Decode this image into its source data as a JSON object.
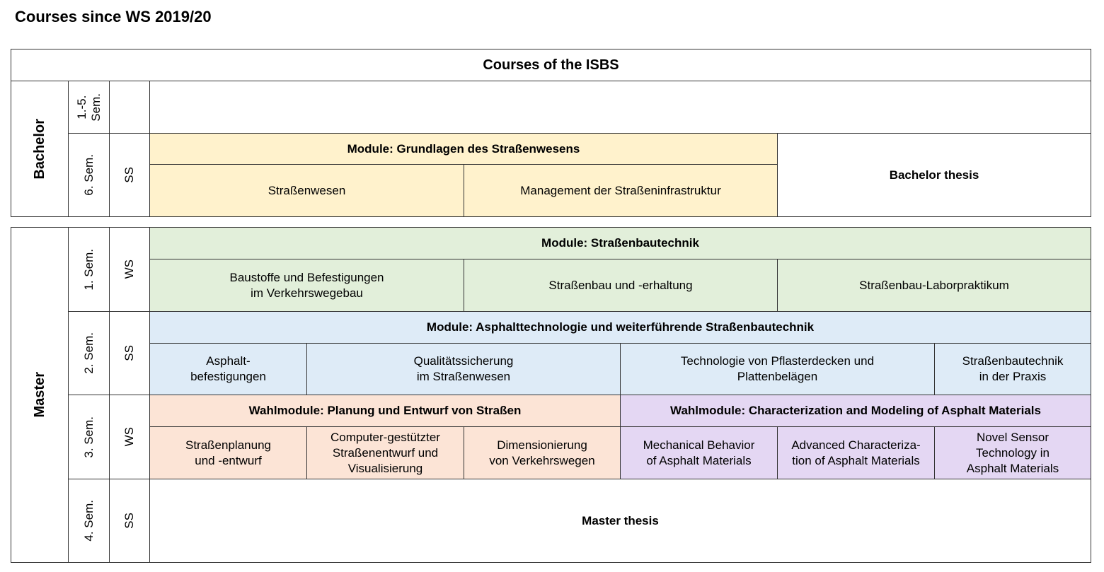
{
  "page_title": "Courses since WS 2019/20",
  "table_title": "Courses of the ISBS",
  "colors": {
    "bachelor_module": "#fff2cc",
    "strassenbautechnik": "#e2efda",
    "asphalttechnologie": "#deebf7",
    "planung_entwurf": "#fce4d6",
    "asphalt_materials": "#e4d7f3",
    "border": "#333333"
  },
  "bachelor": {
    "label": "Bachelor",
    "row1": {
      "semester": "1.-5.\nSem.",
      "term": ""
    },
    "row2": {
      "semester": "6. Sem.",
      "term": "SS"
    },
    "module_title": "Module: Grundlagen des Straßenwesens",
    "courses": [
      "Straßenwesen",
      "Management der Straßeninfrastruktur"
    ],
    "thesis": "Bachelor thesis"
  },
  "master": {
    "label": "Master",
    "sem1": {
      "semester": "1. Sem.",
      "term": "WS",
      "module_title": "Module: Straßenbautechnik",
      "courses": [
        "Baustoffe und Befestigungen\nim Verkehrswegebau",
        "Straßenbau und -erhaltung",
        "Straßenbau-Laborpraktikum"
      ]
    },
    "sem2": {
      "semester": "2. Sem.",
      "term": "SS",
      "module_title": "Module: Asphalttechnologie und weiterführende Straßenbautechnik",
      "courses": [
        "Asphalt-\nbefestigungen",
        "Qualitätssicherung\nim Straßenwesen",
        "Technologie von Pflasterdecken und\nPlattenbelägen",
        "Straßenbautechnik\nin der Praxis"
      ]
    },
    "sem3": {
      "semester": "3. Sem.",
      "term": "WS",
      "module_a_title": "Wahlmodule: Planung und Entwurf von Straßen",
      "courses_a": [
        "Straßenplanung\nund -entwurf",
        "Computer-gestützter\nStraßenentwurf und\nVisualisierung",
        "Dimensionierung\nvon Verkehrswegen"
      ],
      "module_b_title": "Wahlmodule: Characterization and Modeling of Asphalt Materials",
      "courses_b": [
        "Mechanical Behavior\nof Asphalt Materials",
        "Advanced Characteriza-\ntion of Asphalt Materials",
        "Novel Sensor\nTechnology in\nAsphalt Materials"
      ]
    },
    "sem4": {
      "semester": "4. Sem.",
      "term": "SS",
      "thesis": "Master thesis"
    }
  }
}
